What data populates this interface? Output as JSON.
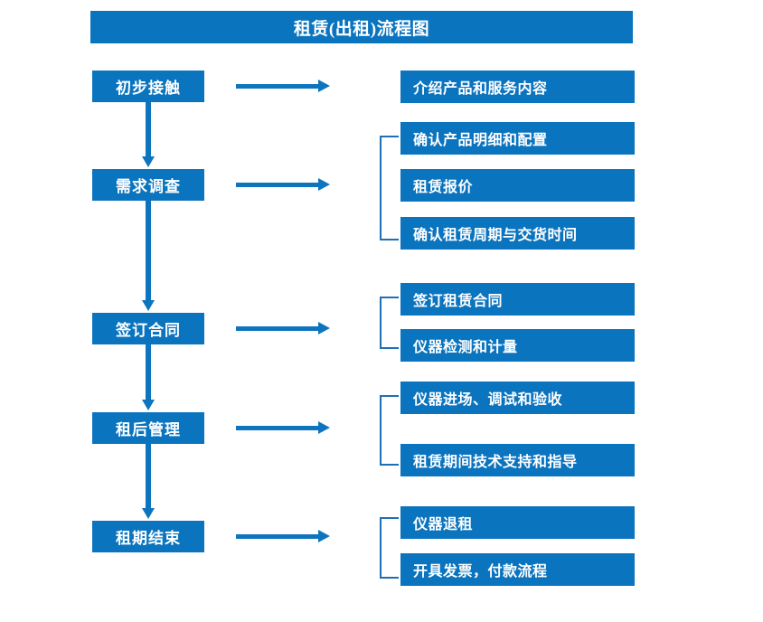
{
  "title": "租赁(出租)流程图",
  "colors": {
    "brand_blue": "#0B74BF",
    "arrow_blue": "#0D75BE",
    "bracket_blue": "#1F6FB5",
    "text_white": "#FFFFFF",
    "background": "#FFFFFF"
  },
  "chart_data": {
    "type": "diagram",
    "title": "租赁(出租)流程图",
    "stages": [
      {
        "label": "初步接触",
        "details": [
          "介绍产品和服务内容"
        ],
        "bracket": false
      },
      {
        "label": "需求调查",
        "details": [
          "确认产品明细和配置",
          "租赁报价",
          "确认租赁周期与交货时间"
        ],
        "bracket": true
      },
      {
        "label": "签订合同",
        "details": [
          "签订租赁合同",
          "仪器检测和计量"
        ],
        "bracket": true
      },
      {
        "label": "租后管理",
        "details": [
          "仪器进场、调试和验收",
          "租赁期间技术支持和指导"
        ],
        "bracket": true
      },
      {
        "label": "租期结束",
        "details": [
          "仪器退租",
          "开具发票，付款流程"
        ],
        "bracket": true
      }
    ]
  },
  "stages": {
    "s0": "初步接触",
    "s1": "需求调查",
    "s2": "签订合同",
    "s3": "租后管理",
    "s4": "租期结束"
  },
  "details": {
    "d0": "介绍产品和服务内容",
    "d1": "确认产品明细和配置",
    "d2": "租赁报价",
    "d3": "确认租赁周期与交货时间",
    "d4": "签订租赁合同",
    "d5": "仪器检测和计量",
    "d6": "仪器进场、调试和验收",
    "d7": "租赁期间技术支持和指导",
    "d8": "仪器退租",
    "d9": "开具发票，付款流程"
  }
}
